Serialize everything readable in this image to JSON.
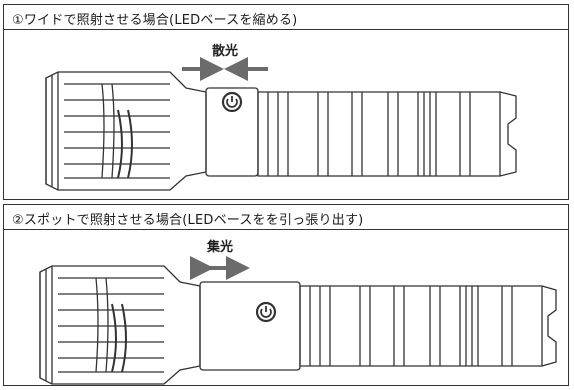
{
  "section1": {
    "title": "①ワイドで照射させる場合(LEDベースを縮める)",
    "caption": "散光"
  },
  "section2": {
    "title": "②スポットで照射させる場合(LEDベースをを引っ張り出す)",
    "caption": "集光"
  },
  "colors": {
    "line": "#333333",
    "arrow": "#6b6b6b",
    "border": "#333333"
  },
  "icons": {
    "arrow_in": "arrows-inward-icon",
    "arrow_both": "double-arrow-icon",
    "power": "power-button-icon"
  }
}
